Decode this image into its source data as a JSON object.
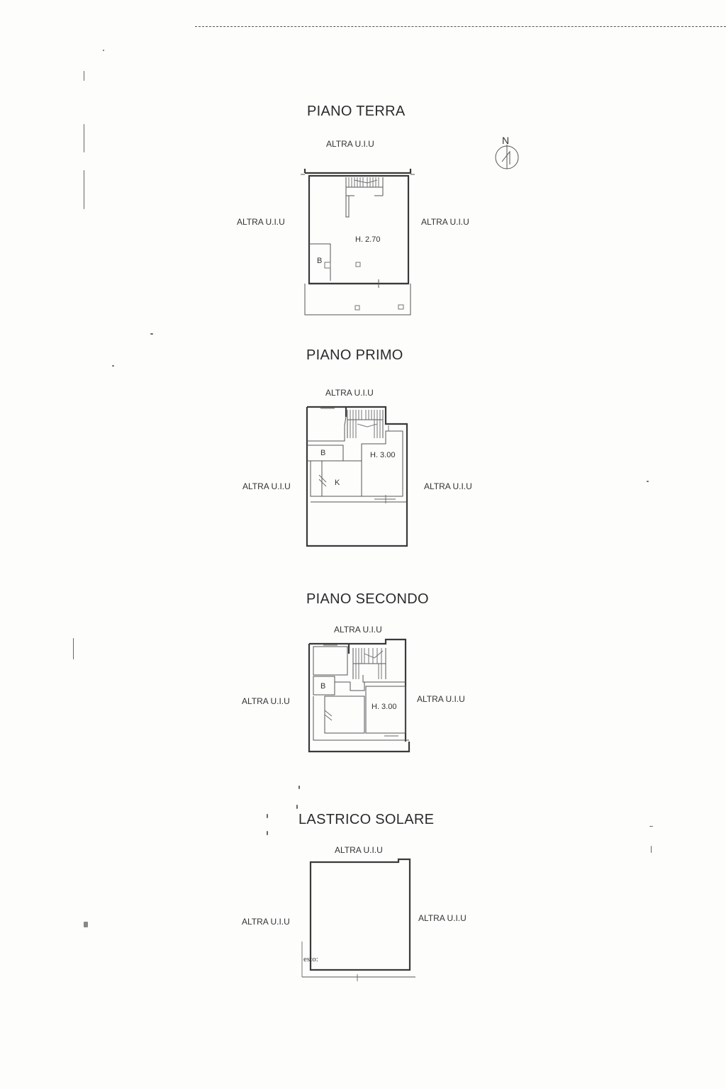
{
  "compass": {
    "label": "N"
  },
  "floors": {
    "ground": {
      "title": "PIANO TERRA",
      "top": "ALTRA U.I.U",
      "left": "ALTRA U.I.U",
      "right": "ALTRA U.I.U",
      "height": "H. 2.70",
      "bath": "B"
    },
    "first": {
      "title": "PIANO PRIMO",
      "top": "ALTRA U.I.U",
      "left": "ALTRA U.I.U",
      "right": "ALTRA U.I.U",
      "height": "H. 3.00",
      "bath": "B",
      "kitchen": "K"
    },
    "second": {
      "title": "PIANO SECONDO",
      "top": "ALTRA U.I.U",
      "left": "ALTRA U.I.U",
      "right": "ALTRA U.I.U",
      "height": "H. 3.00",
      "bath": "B"
    },
    "roof": {
      "title": "LASTRICO SOLARE",
      "top": "ALTRA U.I.U",
      "left": "ALTRA U.I.U",
      "right": "ALTRA U.I.U",
      "note": "esto:"
    }
  }
}
